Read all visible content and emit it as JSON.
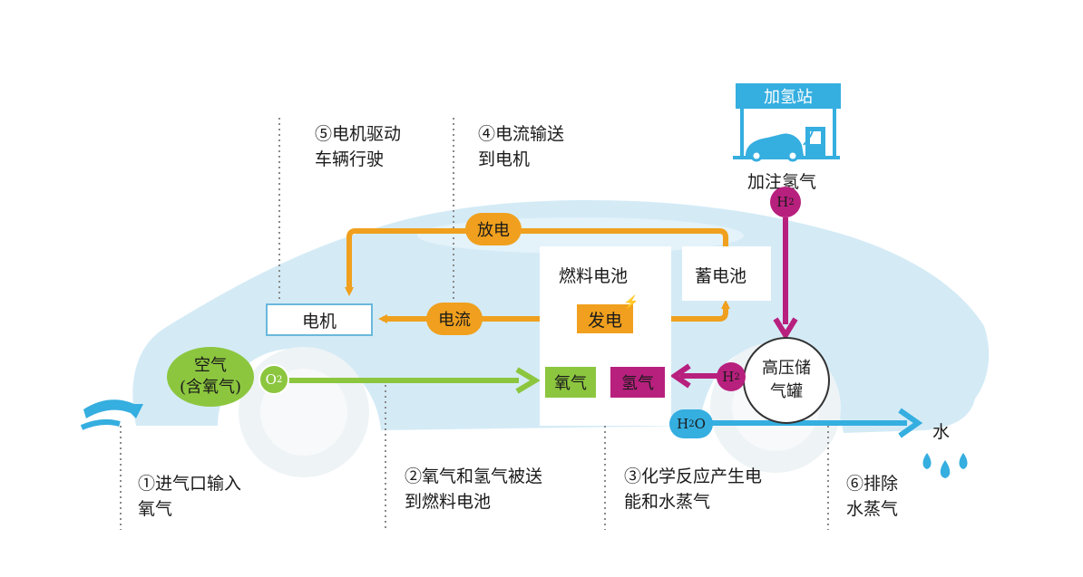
{
  "station": {
    "label": "加氢站",
    "caption": "加注氢气"
  },
  "steps": [
    {
      "id": "s1",
      "line1": "①进气口输入",
      "line2": "氧气"
    },
    {
      "id": "s2",
      "line1": "②氧气和氢气被送",
      "line2": "到燃料电池"
    },
    {
      "id": "s3",
      "line1": "③化学反应产生电",
      "line2": "能和水蒸气"
    },
    {
      "id": "s4",
      "line1": "④电流输送",
      "line2": "到电机"
    },
    {
      "id": "s5",
      "line1": "⑤电机驱动",
      "line2": "车辆行驶"
    },
    {
      "id": "s6",
      "line1": "⑥排除",
      "line2": "水蒸气"
    }
  ],
  "components": {
    "motor": "电机",
    "fuel_cell": "燃料电池",
    "battery": "蓄电池",
    "generate": "发电",
    "oxygen": "氧气",
    "hydrogen": "氢气",
    "tank_line1": "高压储",
    "tank_line2": "气罐",
    "air_line1": "空气",
    "air_line2": "(含氧气)"
  },
  "flow_labels": {
    "discharge": "放电",
    "current": "电流",
    "water": "水"
  },
  "molecules": {
    "o2": {
      "base": "O",
      "sub": "2"
    },
    "h2": {
      "base": "H",
      "sub": "2"
    },
    "h2o": {
      "base": "H",
      "sub": "2",
      "tail": "O"
    }
  },
  "colors": {
    "orange": "#f0a01e",
    "magenta": "#b8207e",
    "green": "#8cc63f",
    "blue": "#35aee0",
    "car_body": "#d4ebf6"
  }
}
